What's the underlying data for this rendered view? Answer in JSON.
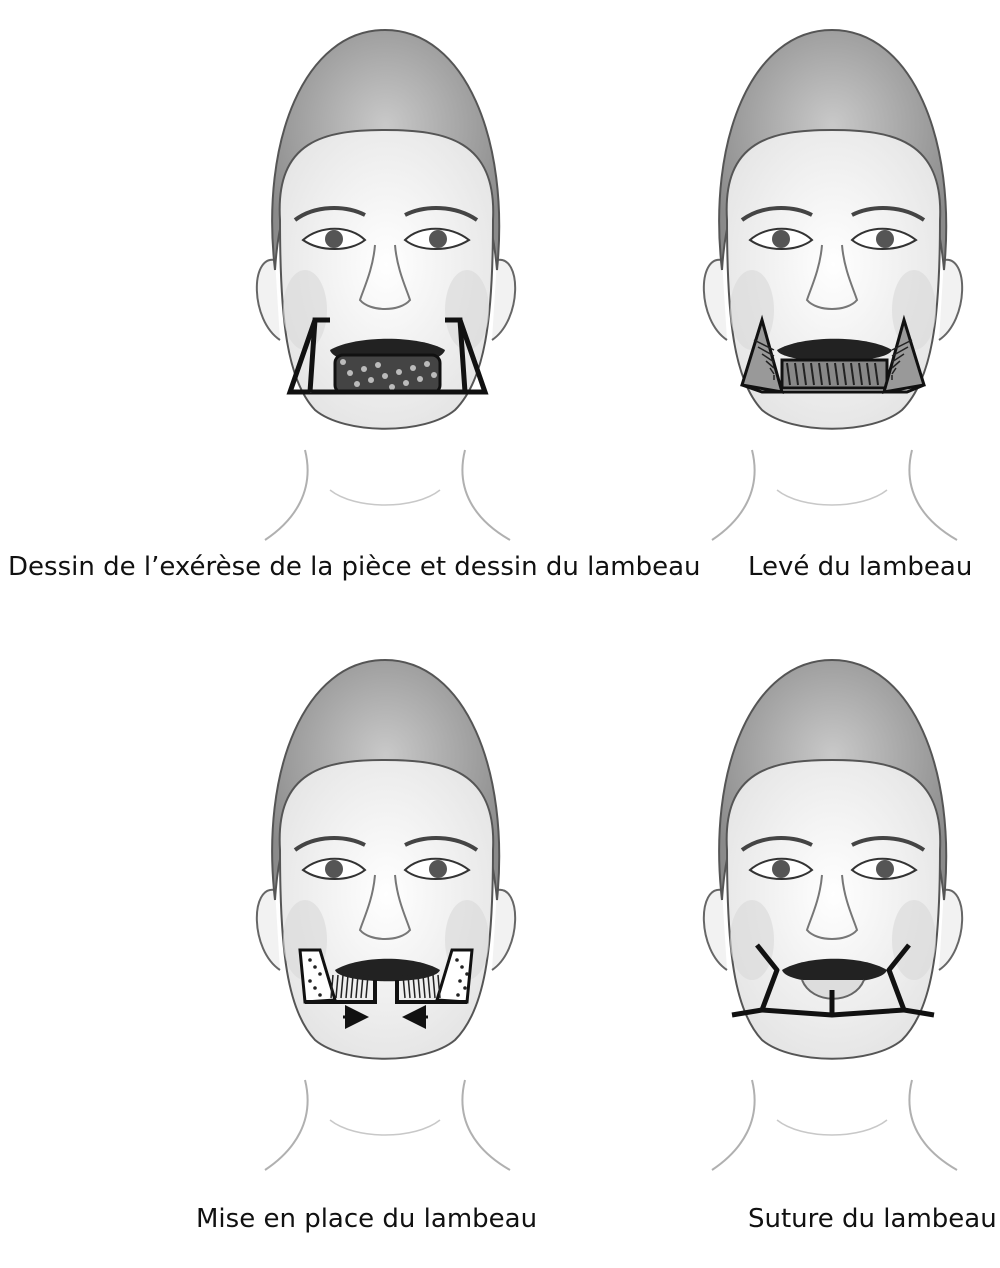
{
  "figure": {
    "panels": [
      {
        "id": "panel-1",
        "caption": "Dessin de l’exérèse de la pièce et dessin du lambeau",
        "stage": "incision"
      },
      {
        "id": "panel-2",
        "caption": "Levé du lambeau",
        "stage": "raise"
      },
      {
        "id": "panel-3",
        "caption": "Mise en place du lambeau",
        "stage": "advance"
      },
      {
        "id": "panel-4",
        "caption": "Suture du lambeau",
        "stage": "suture"
      }
    ]
  }
}
